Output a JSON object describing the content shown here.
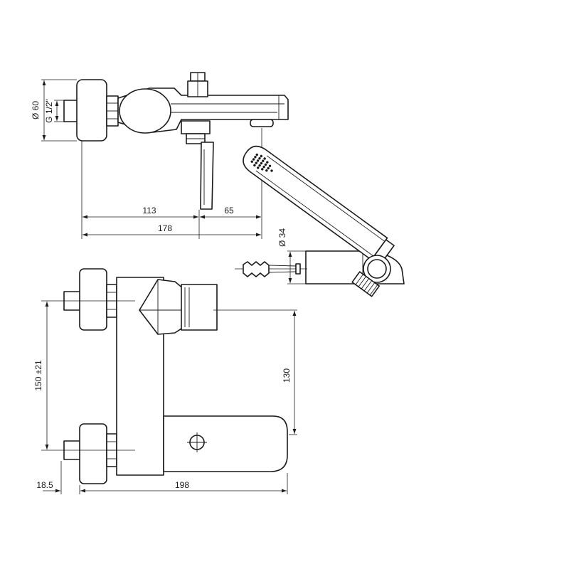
{
  "dimensions": {
    "top_view": {
      "diameter_inlet": "Ø 60",
      "thread": "G 1/2\"",
      "length_113": "113",
      "length_65": "65",
      "length_178": "178"
    },
    "hand_shower_holder": {
      "diameter": "Ø 34"
    },
    "front_view": {
      "centres": "150 ±21",
      "height": "130",
      "offset": "18.5",
      "length": "198"
    }
  }
}
